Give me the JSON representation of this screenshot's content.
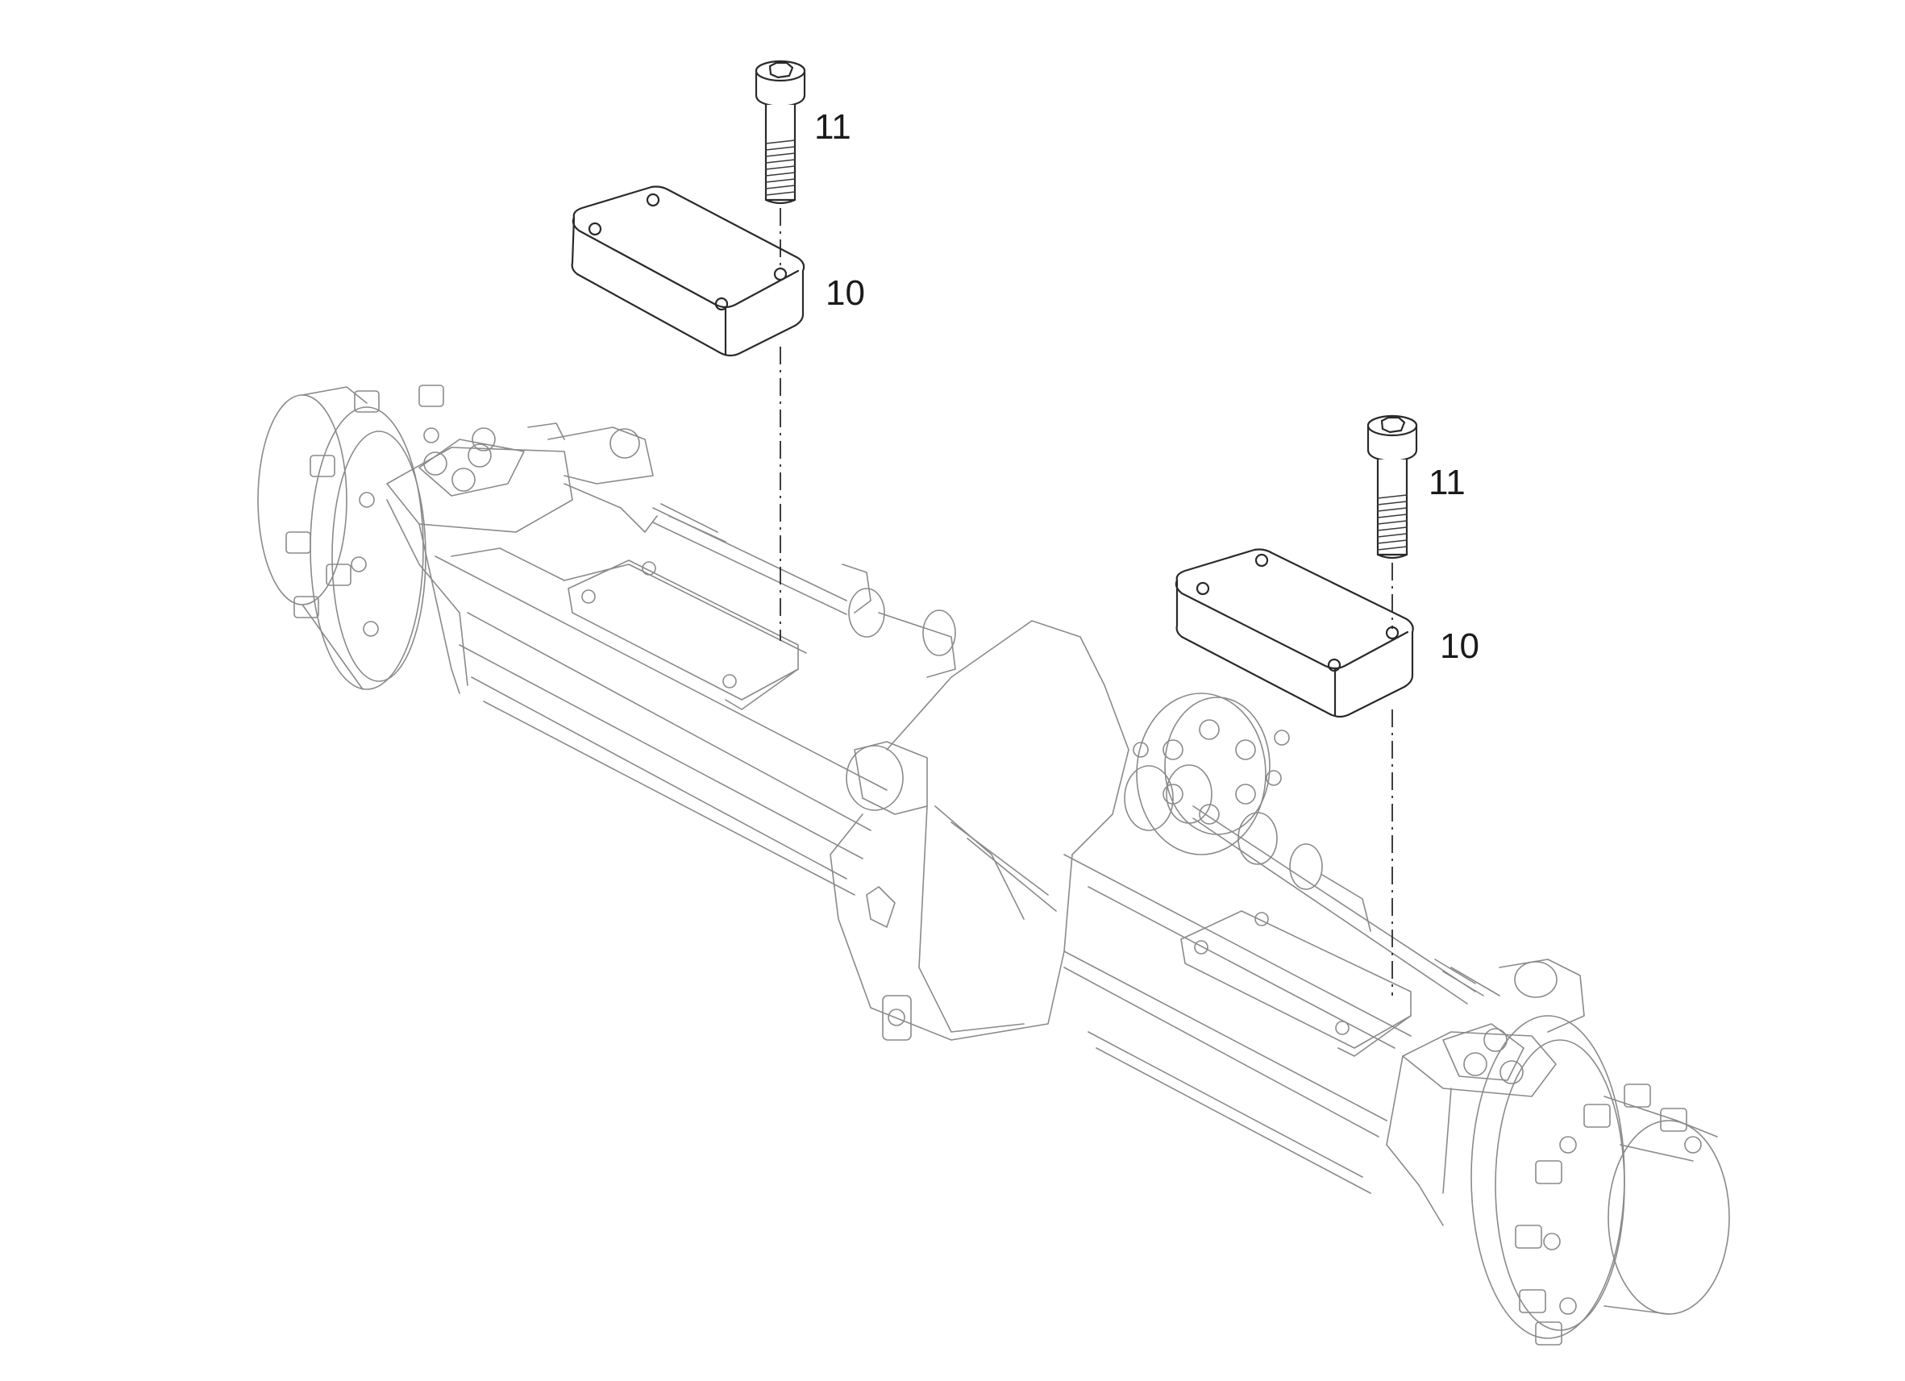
{
  "diagram": {
    "callouts": [
      {
        "id": "upper-left-bolt",
        "label": "11"
      },
      {
        "id": "upper-left-plate",
        "label": "10"
      },
      {
        "id": "right-bolt",
        "label": "11"
      },
      {
        "id": "right-plate",
        "label": "10"
      }
    ]
  }
}
